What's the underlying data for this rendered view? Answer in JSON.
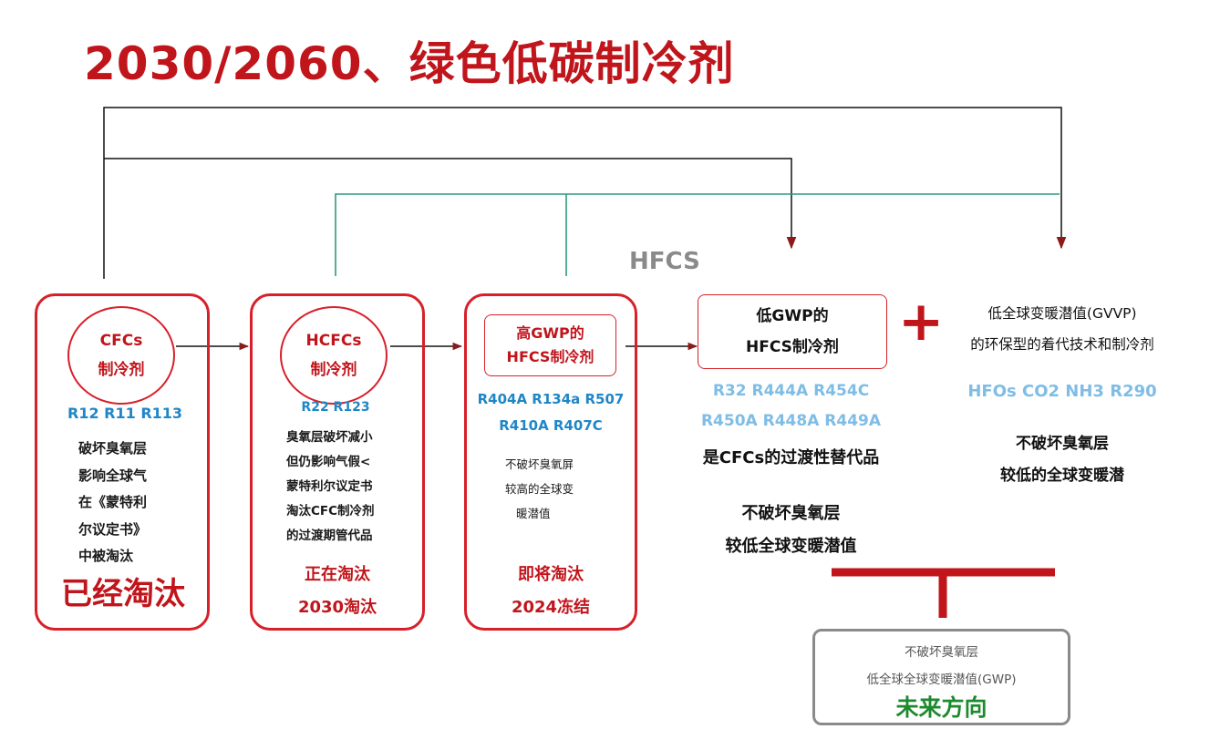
{
  "title": "2030/2060、绿色低碳制冷剂",
  "hfcs_label": "HFCS",
  "colors": {
    "red": "#c1151c",
    "border_red": "#d7202a",
    "blue": "#1f86c7",
    "light_blue": "#7fbde6",
    "teal": "#2b9a7f",
    "green": "#1e8a2e",
    "gray": "#8a8a8a"
  },
  "stages": [
    {
      "circle": [
        "CFCs",
        "制冷剂"
      ],
      "refrigerants": [
        "R12 R11 R113"
      ],
      "desc": [
        "破坏臭氧层",
        "影响全球气",
        "在《蒙特利",
        "尔议定书》",
        "中被淘汰"
      ],
      "status": [
        "已经淘汰"
      ]
    },
    {
      "circle": [
        "HCFCs",
        "制冷剂"
      ],
      "refrigerants": [
        "R22 R123"
      ],
      "desc": [
        "臭氧层破坏减小",
        "但仍影响气假<",
        "蒙特利尔议定书",
        "淘汰CFC制冷剂",
        "的过渡期管代品"
      ],
      "status": [
        "正在淘汰",
        "2030淘汰"
      ]
    },
    {
      "box": [
        "高GWP的",
        "HFCS制冷剂"
      ],
      "refrigerants": [
        "R404A R134a R507",
        "R410A R407C"
      ],
      "desc": [
        "不破坏臭氧屏",
        "较高的全球变",
        "暖潜值"
      ],
      "status": [
        "即将淘汰",
        "2024冻结"
      ]
    }
  ],
  "low_gwp": {
    "box": [
      "低GWP的",
      "HFCS制冷剂"
    ],
    "refrigerants": [
      "R32 R444A R454C",
      "R450A R448A R449A"
    ],
    "note": "是CFCs的过渡性替代品",
    "desc": [
      "不破坏臭氧层",
      "较低全球变暖潜值"
    ]
  },
  "plus": "+",
  "eco": {
    "heading": [
      "低全球变暖潜值(GVVP)",
      "的环保型的着代技术和制冷剂"
    ],
    "refrigerants": "HFOs CO2 NH3 R290",
    "desc": [
      "不破坏臭氧层",
      "较低的全球变暖潜"
    ]
  },
  "future": {
    "lines": [
      "不破坏臭氧层",
      "低全球全球变暖潜值(GWP)"
    ],
    "label": "未来方向"
  }
}
